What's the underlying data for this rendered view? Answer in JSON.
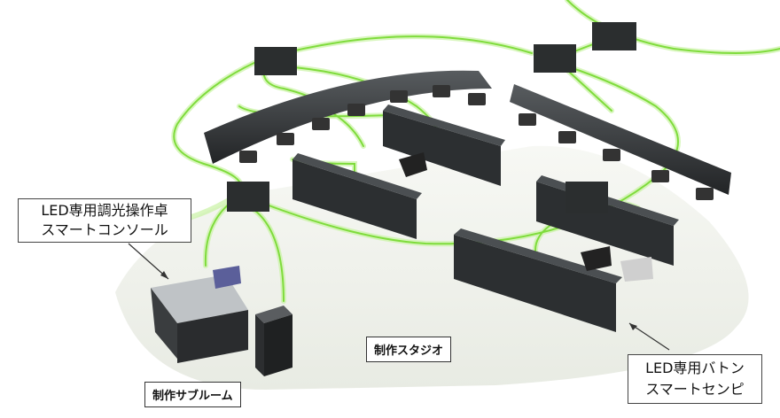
{
  "labels": {
    "console": {
      "line1": "LED専用調光操作卓",
      "line2": "スマートコンソール"
    },
    "baton": {
      "line1": "LED専用バトン",
      "line2": "スマートセンピ"
    },
    "studio": "制作スタジオ",
    "subroom": "制作サブルーム"
  },
  "colors": {
    "network_line": "#7fdc3c",
    "network_glow": "#c9f3a4",
    "hub": "#2b2e2f",
    "baton": "#3a3d3f",
    "floor": "#eef0ea"
  }
}
